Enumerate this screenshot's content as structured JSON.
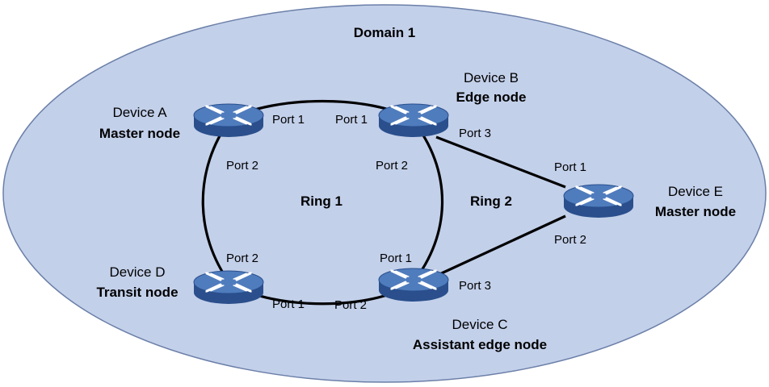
{
  "domain": {
    "label": "Domain 1",
    "fill": "#c3d0ea",
    "stroke": "#6b7fa8"
  },
  "rings": {
    "ring1": "Ring 1",
    "ring2": "Ring 2"
  },
  "devices": [
    {
      "key": "a",
      "name": "Device A",
      "role": "Master node",
      "icon": "switch-icon"
    },
    {
      "key": "b",
      "name": "Device B",
      "role": "Edge node",
      "icon": "switch-icon"
    },
    {
      "key": "c",
      "name": "Device C",
      "role": "Assistant edge node",
      "icon": "switch-icon"
    },
    {
      "key": "d",
      "name": "Device D",
      "role": "Transit node",
      "icon": "switch-icon"
    },
    {
      "key": "e",
      "name": "Device E",
      "role": "Master node",
      "icon": "switch-icon"
    }
  ],
  "ports": {
    "a1": "Port 1",
    "a2": "Port 2",
    "b1": "Port 1",
    "b2": "Port 2",
    "b3": "Port 3",
    "c1": "Port 1",
    "c2": "Port 2",
    "c3": "Port 3",
    "d1": "Port 1",
    "d2": "Port 2",
    "e1": "Port 1",
    "e2": "Port 2"
  },
  "colors": {
    "switch_top": "#4a76b7",
    "switch_side": "#2a4f8c",
    "switch_arrows": "#ffffff"
  }
}
